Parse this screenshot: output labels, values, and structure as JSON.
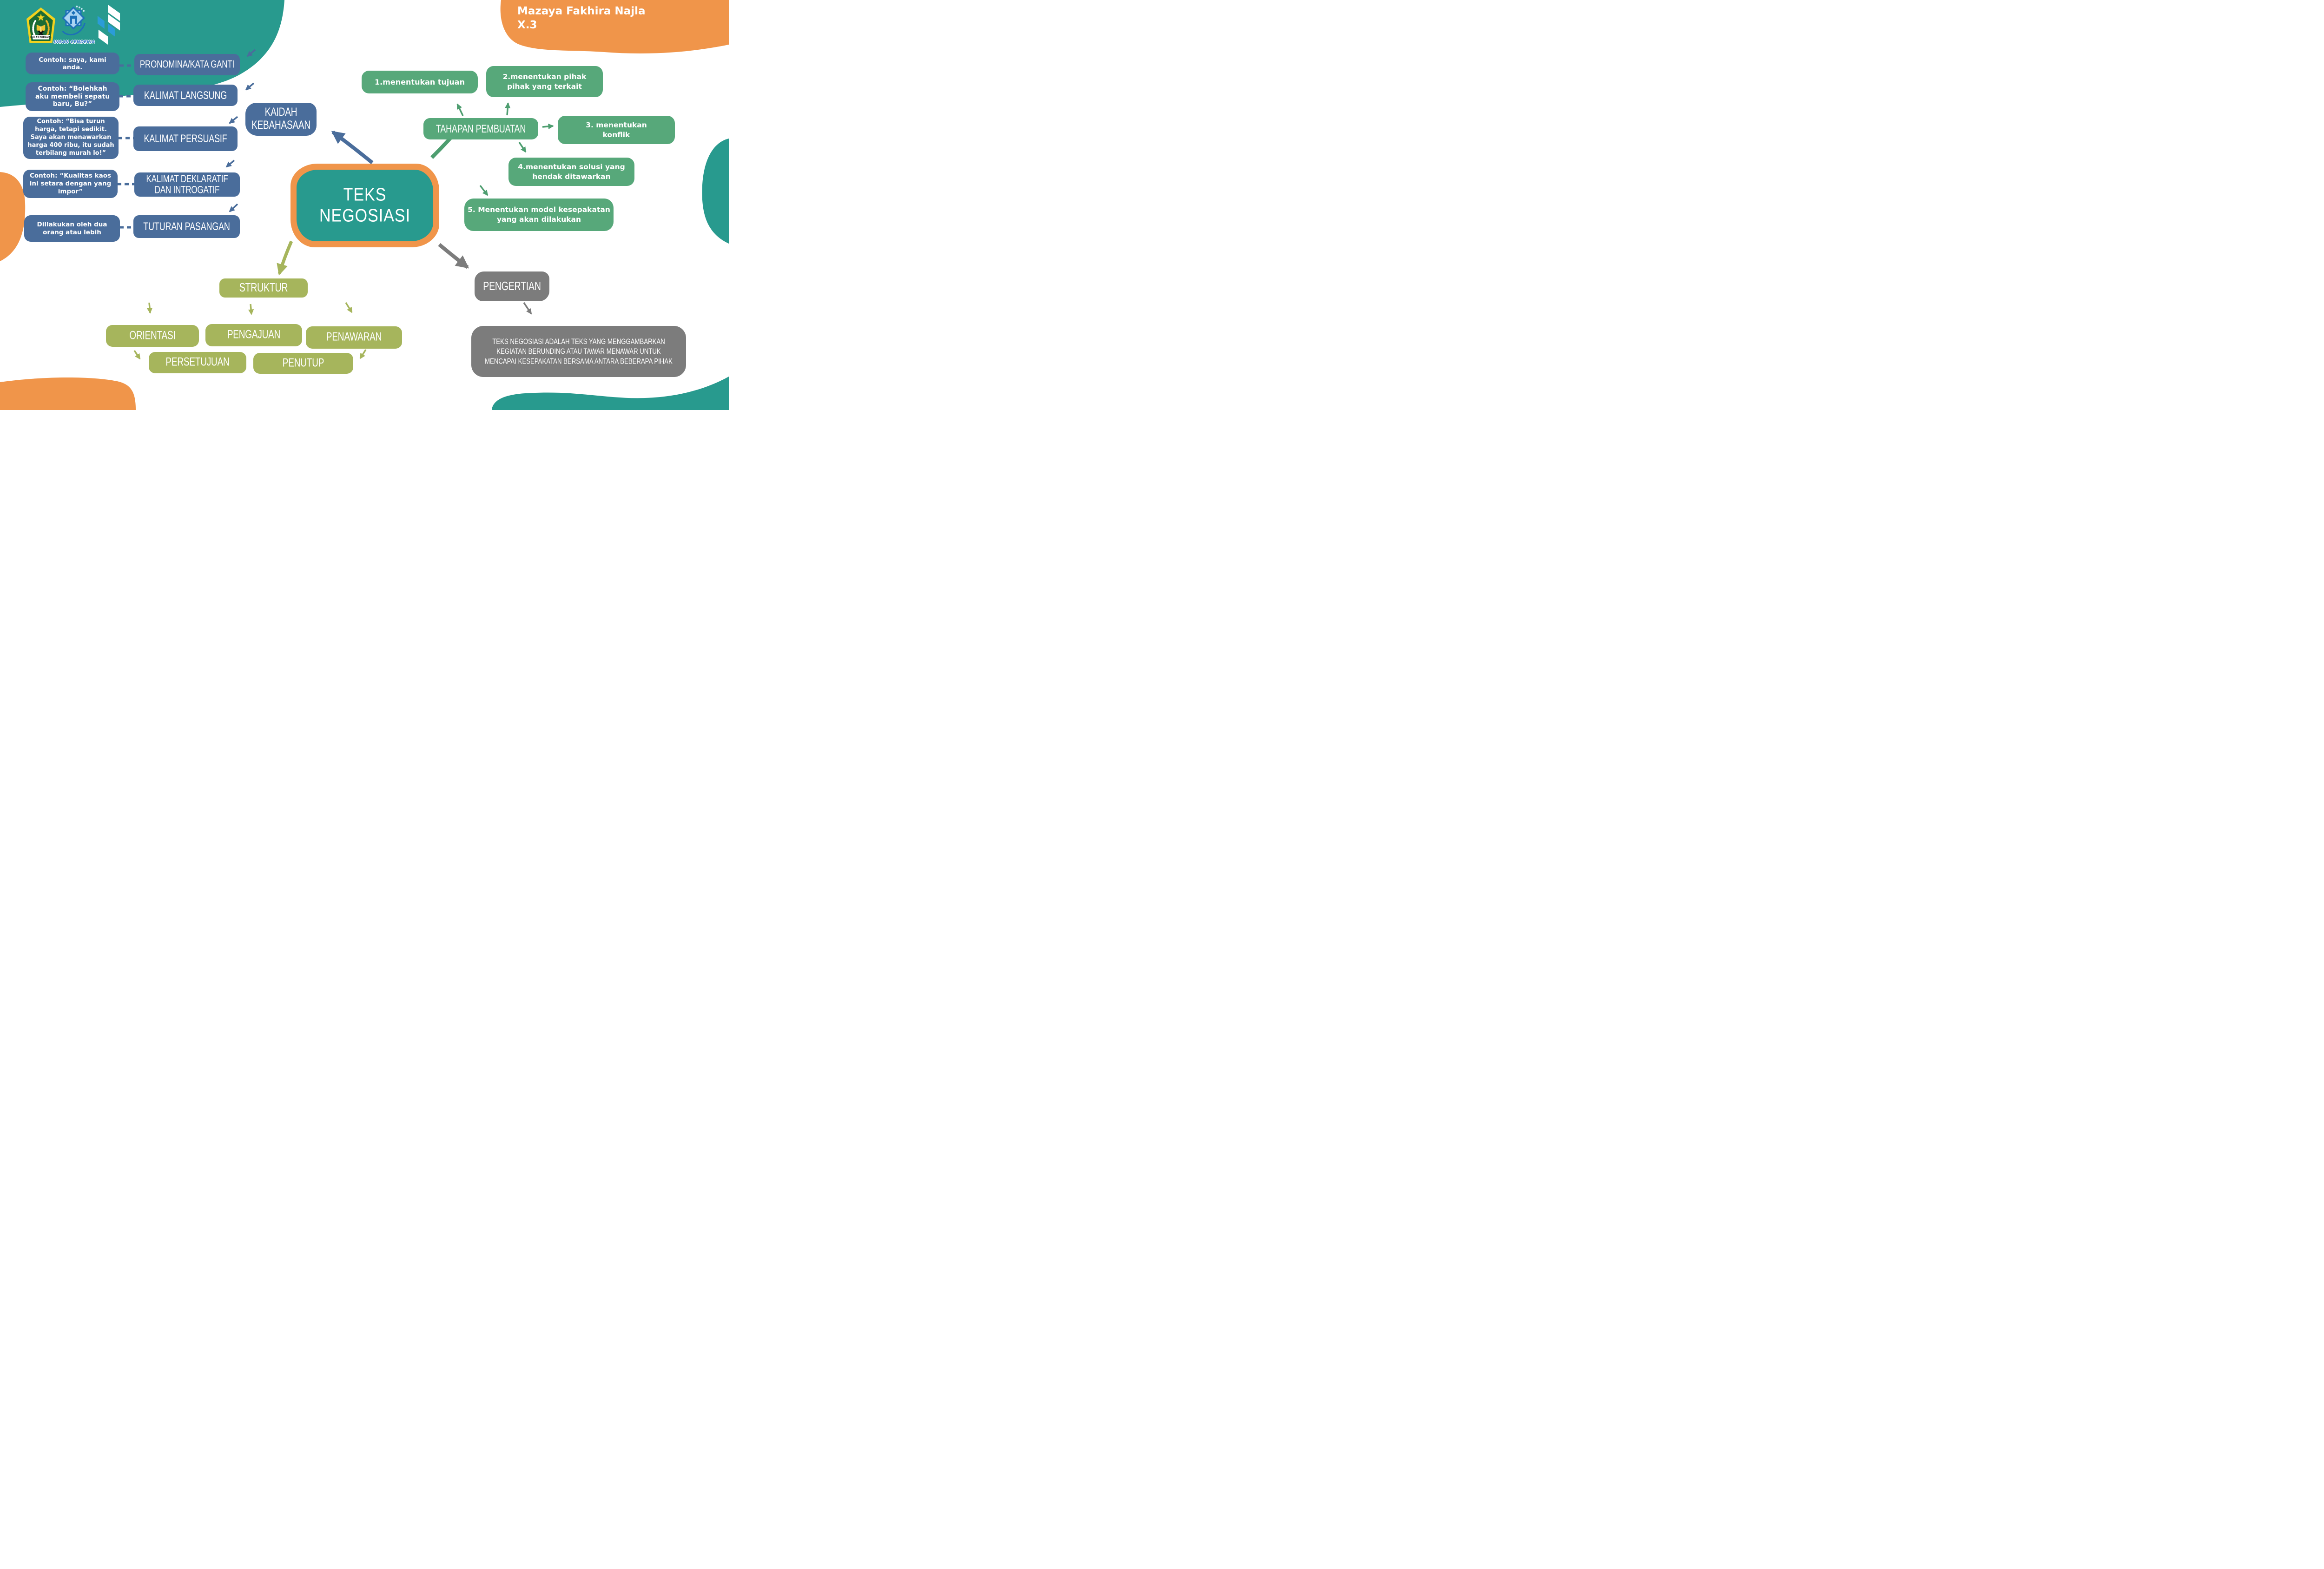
{
  "title": {
    "name": "Mazaya Fakhira Najla",
    "class": "X.3"
  },
  "logos": {
    "kemenag_motto": "IKHLAS BERAMAL",
    "school_name": "INSAN CENDEKIA"
  },
  "center": {
    "label": "TEKS NEGOSIASI"
  },
  "kaidah": {
    "title": "KAIDAH KEBAHASAAN",
    "items": [
      {
        "label": "PRONOMINA/KATA GANTI",
        "example": "Contoh: saya, kami anda."
      },
      {
        "label": "KALIMAT LANGSUNG",
        "example": "Contoh:  “Bolehkah aku membeli sepatu baru, Bu?”"
      },
      {
        "label": "KALIMAT PERSUASIF",
        "example": "Contoh:  “Bisa turun harga, tetapi sedikit. Saya akan menawarkan harga 400 ribu, itu sudah terbilang murah lo!”"
      },
      {
        "label": "KALIMAT DEKLARATIF DAN INTROGATIF",
        "example": "Contoh:   “Kualitas kaos ini setara dengan yang impor”"
      },
      {
        "label": "TUTURAN PASANGAN",
        "example": "Dillakukan oleh dua orang atau lebih"
      }
    ]
  },
  "tahapan": {
    "title": "TAHAPAN PEMBUATAN",
    "steps": [
      "1.menentukan tujuan",
      "2.menentukan pihak pihak yang terkait",
      "3. menentukan konflik",
      "4.menentukan solusi yang hendak ditawarkan",
      "5. Menentukan model kesepakatan yang akan dilakukan"
    ]
  },
  "struktur": {
    "title": "STRUKTUR",
    "parts": [
      "ORIENTASI",
      "PENGAJUAN",
      "PENAWARAN",
      "PERSETUJUAN",
      "PENUTUP"
    ]
  },
  "pengertian": {
    "title": "PENGERTIAN",
    "definition": "TEKS NEGOSIASI ADALAH TEKS YANG MENGGAMBARKAN KEGIATAN BERUNDING ATAU TAWAR MENAWAR UNTUK MENCAPAI KESEPAKATAN BERSAMA ANTARA BEBERAPA PIHAK"
  },
  "colors": {
    "teal": "#289a8e",
    "orange": "#f0954a",
    "blue": "#4a6d9b",
    "green": "#57a87a",
    "olive": "#a6b55c",
    "gray": "#7c7c7c"
  }
}
